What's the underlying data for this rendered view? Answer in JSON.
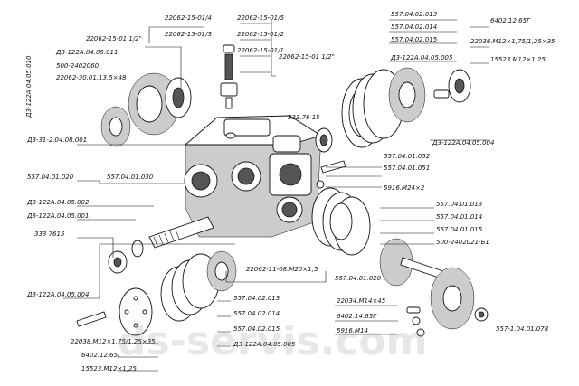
{
  "labels": {
    "l1": "22062-15-01 1/2\"",
    "l2": "22062-15-01/4",
    "l3": "22062-15-01/3",
    "l4": "22062-15-01/5",
    "l5": "22062-15-01/2",
    "l6": "22062-15-01/1",
    "l7": "22062-15-01 1/2\"",
    "l8": "Д3-122А.04.05.011",
    "l9": "500-2402060",
    "l10": "22062-30.01.13.5×48",
    "l11": "Д3-122А.04.05.010",
    "l12": "557.04.02.013",
    "l13": "557.04.02.014",
    "l14": "557.04.02.015",
    "l15": "Д3-122А.04.05.005",
    "l16": "6402.12.65Г",
    "l17": "22036.М12×1,75/1,25×35",
    "l18": "15523.М12×1,25",
    "l19": "333.76 15",
    "l20": "Д3-122А.04.05.004",
    "l21": "Д3-31-2.04.08.001",
    "l22": "557.04.01.052",
    "l23": "557.04.01.051",
    "l24": "557.04.01.020",
    "l25": "557.04.01.030",
    "l26": "5916.М24×2",
    "l27": "Д3-122А.04.05.002",
    "l28": "Д3-122А.04.05.001",
    "l29": "557.04.01.013",
    "l30": "557.04.01.014",
    "l31": "333 7615",
    "l32": "557.04.01.015",
    "l33": "500-2402021-Б1",
    "l34": "22062-11-08.М20×1,5",
    "l35": "557.04.01.020",
    "l36": "Д3-122А.04.05.004",
    "l37": "557.04.02.013",
    "l38": "557.04.02.014",
    "l39": "22034.М14×45",
    "l40": "557.04.02.015",
    "l41": "6402.14.65Г",
    "l42": "Д3-122А.04.05.005",
    "l43": "5916.М14",
    "l44": "22038.М12×1,75/1,25×35",
    "l45": "6402.12.65Г",
    "l46": "15523.М12×1,25",
    "l47": "557-1.04.01.078"
  },
  "watermark": "ds-servis.com"
}
